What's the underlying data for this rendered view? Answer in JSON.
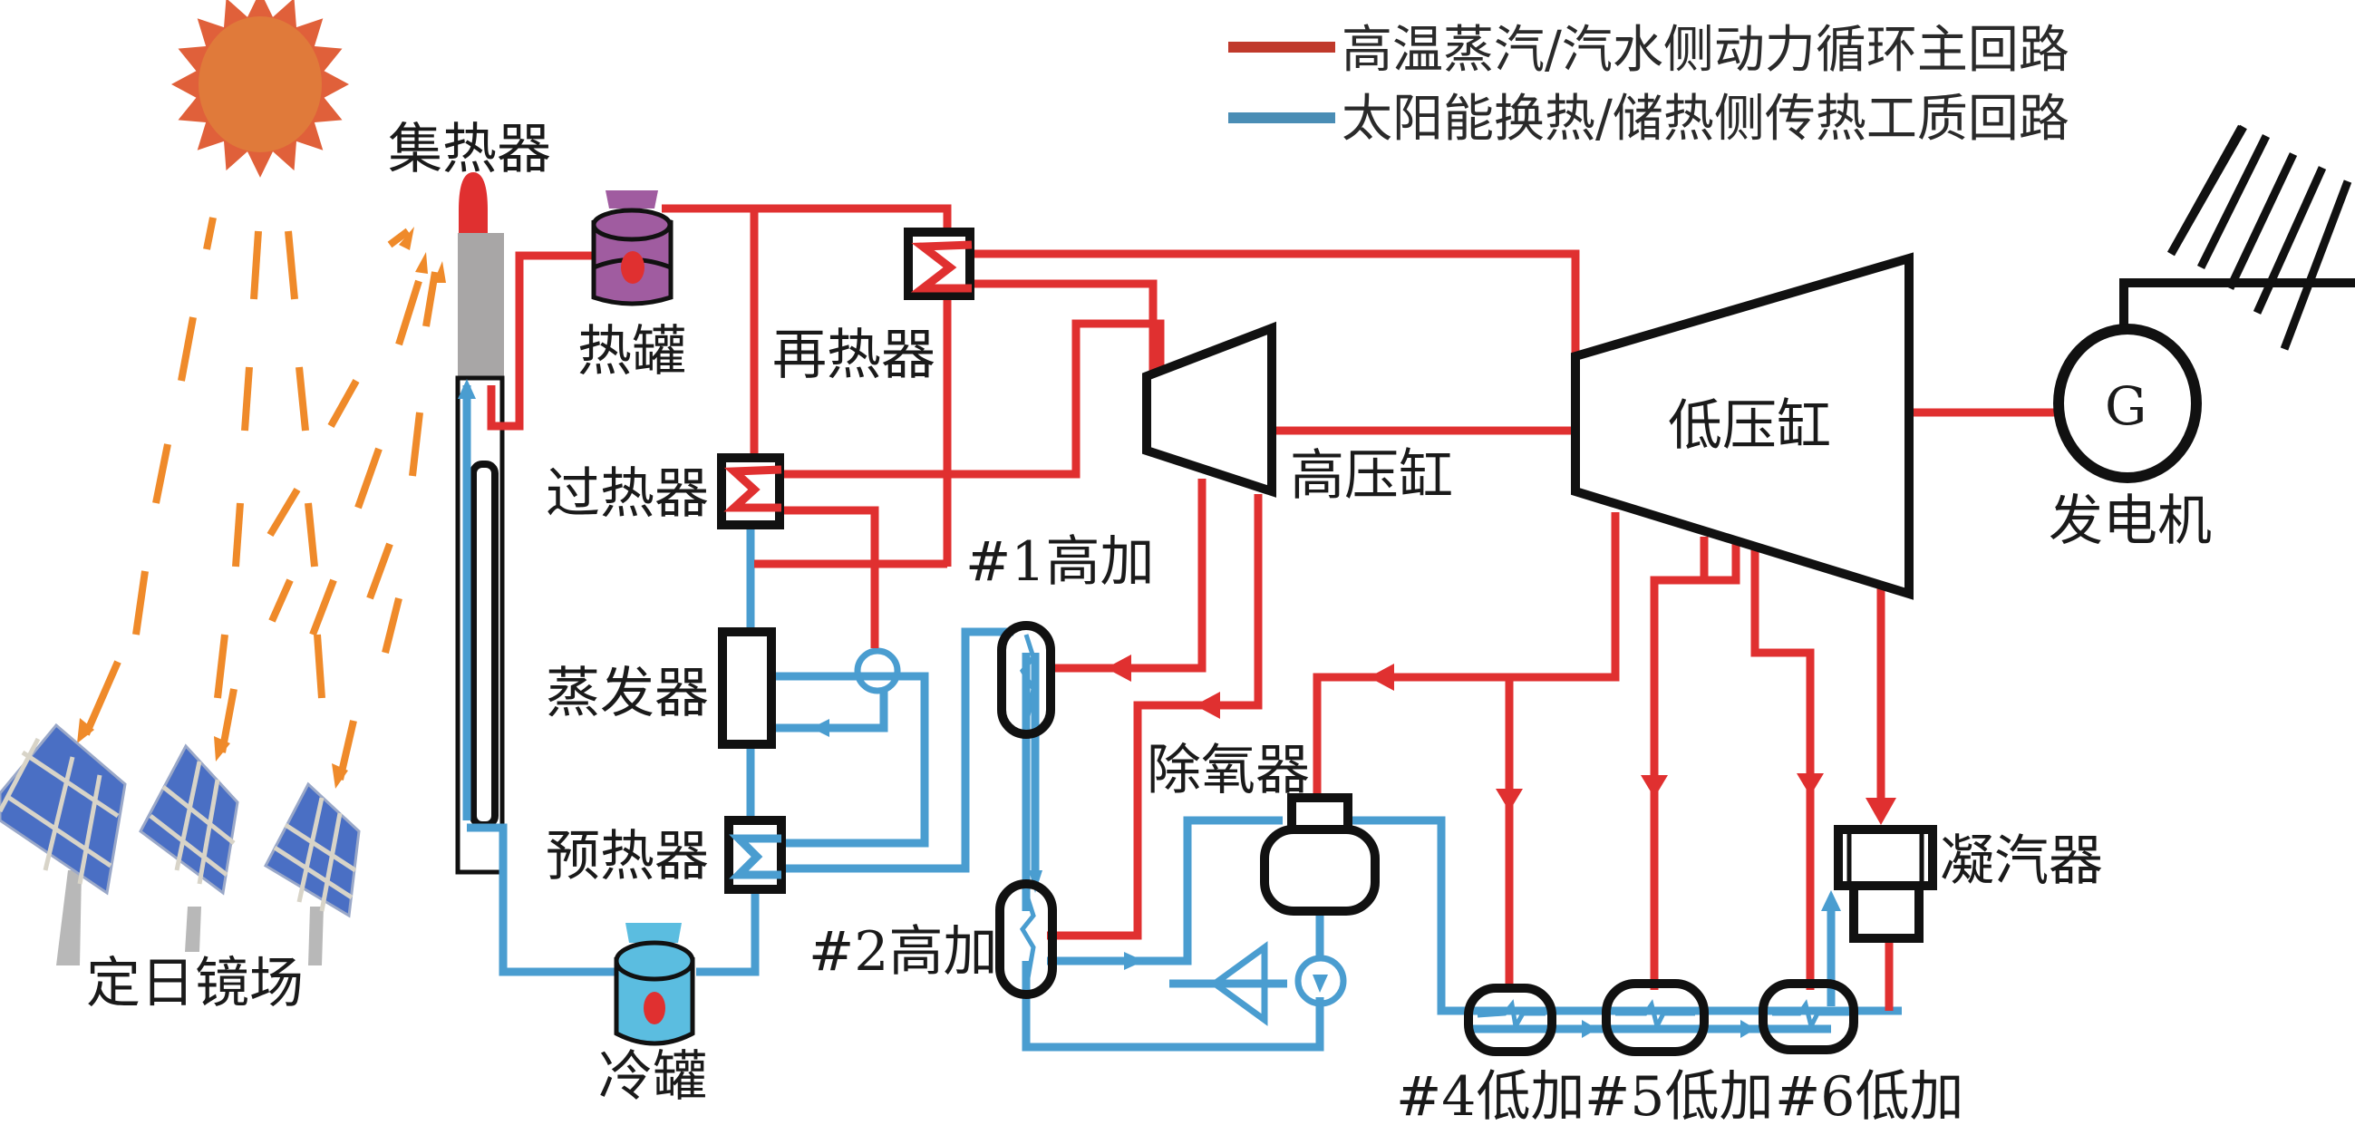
{
  "legend": {
    "items": [
      {
        "label": "高温蒸汽/汽水侧动力循环主回路",
        "color": "#c0392b"
      },
      {
        "label": "太阳能换热/储热侧传热工质回路",
        "color": "#4a8db5"
      }
    ]
  },
  "colors": {
    "steam_loop": "#e03030",
    "htf_loop": "#4a9dd0",
    "sun": "#e07a3a",
    "hot_tank": "#a05ca0",
    "cold_tank": "#5bbde0",
    "heliostat": "#4a6fc4"
  },
  "labels": {
    "collector": "集热器",
    "hot_tank": "热罐",
    "reheater": "再热器",
    "superheater": "过热器",
    "evaporator": "蒸发器",
    "preheater": "预热器",
    "cold_tank": "冷罐",
    "heliostat_field": "定日镜场",
    "hp_turbine": "高压缸",
    "lp_turbine": "低压缸",
    "generator": "发电机",
    "generator_symbol": "G",
    "hp_heater_1": "#1高加",
    "hp_heater_2": "#2高加",
    "deaerator": "除氧器",
    "condenser": "凝汽器",
    "lp_heater_4": "#4低加",
    "lp_heater_5": "#5低加",
    "lp_heater_6": "#6低加"
  }
}
